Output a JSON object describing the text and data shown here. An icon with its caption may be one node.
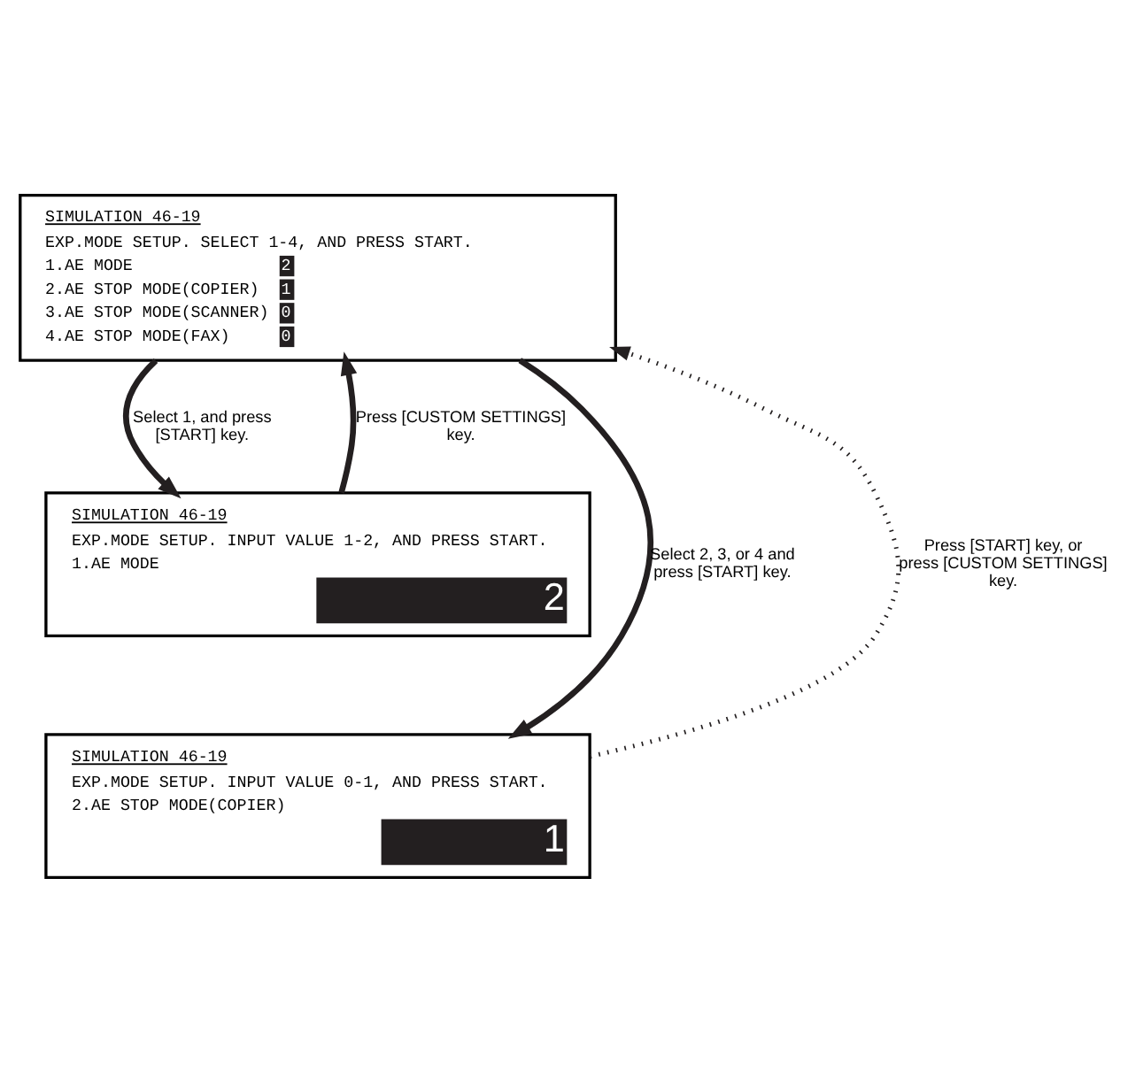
{
  "diagram": {
    "nodes": [
      {
        "text": [
          "SIMULATION 46-19",
          "EXP.MODE SETUP. SELECT 1-4, AND PRESS START.",
          "1.AE MODE",
          "2",
          "2.AE STOP MODE(COPIER)",
          "1",
          "3.AE STOP MODE(SCANNER)",
          "0",
          "4.AE STOP MODE(FAX)",
          "0"
        ]
      },
      {
        "text": [
          "SIMULATION 46-19",
          "EXP.MODE SETUP. INPUT VALUE 1-2, AND PRESS START.",
          "1.AE MODE",
          "2"
        ]
      },
      {
        "text": [
          "SIMULATION 46-19",
          "EXP.MODE SETUP. INPUT VALUE 0-1, AND PRESS START.",
          "2.AE STOP MODE(COPIER)",
          "1"
        ]
      }
    ],
    "edges": [
      {
        "from": 0,
        "to": 1,
        "arrow": "to",
        "label": "Select 1, and press [START] key."
      },
      {
        "from": 1,
        "to": 0,
        "arrow": "to",
        "label": "Press [CUSTOM SETTINGS] key."
      },
      {
        "from": 2,
        "to": 0,
        "arrow": "to",
        "label": "Press [START] key, or press [CUSTOM SETTINGS] key.",
        "style": "dashed"
      },
      {
        "from": 0,
        "to": 2,
        "arrow": "to",
        "label": "Select 2, 3, or 4 and press [START] key."
      }
    ]
  }
}
